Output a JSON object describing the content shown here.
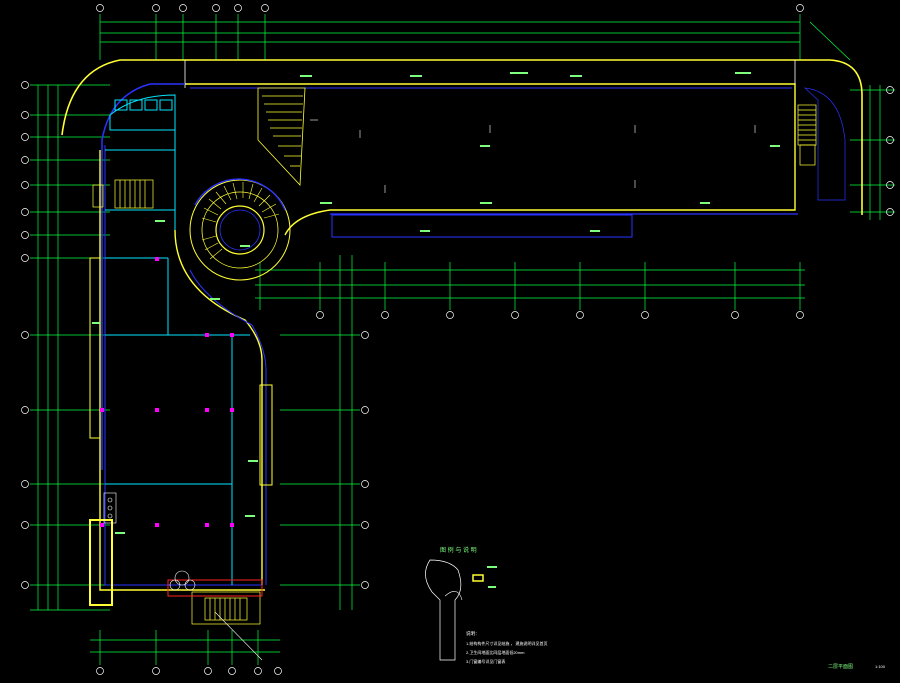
{
  "colors": {
    "background": "#000000",
    "dimension": "#00ff40",
    "wall": "#ffff33",
    "wall_blue": "#2a33ff",
    "interior": "#00e5ff",
    "stair": "#ffff33",
    "column": "#ff00ff",
    "axis": "#ffffff",
    "leader": "#ff2222",
    "green_text": "#7dff7d"
  },
  "legend": {
    "title": "图 例 与 说 明",
    "notes": [
      "说明：",
      "1.结构构件尺寸详见结施 ， 建施说明详见首页",
      "2.卫生间地面比同层地面低20mm",
      "3.门窗编号详见门窗表"
    ]
  },
  "drawing_title": "二层平面图",
  "scale": "1:100"
}
